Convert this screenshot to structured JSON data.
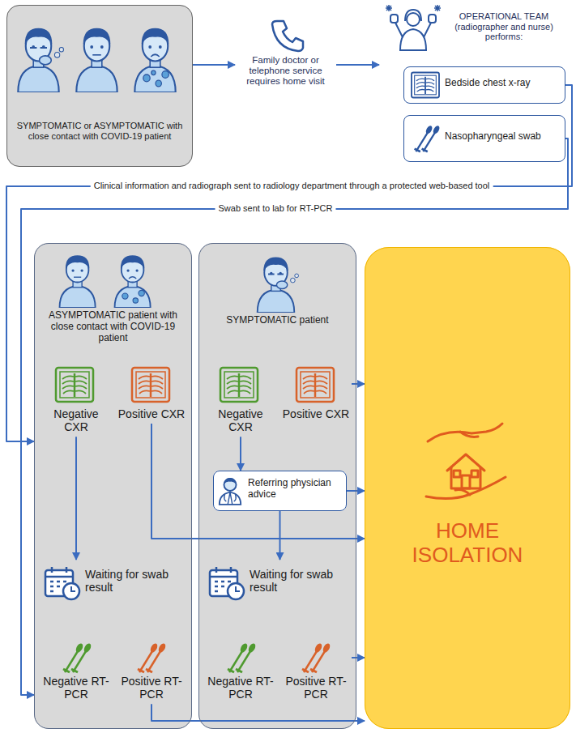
{
  "diagram": {
    "nodes": [
      {
        "text": [
          "SYMPTOMATIC or ASYMPTOMATIC with close contact with COVID-19 patient"
        ]
      },
      {
        "text": [
          "Family doctor or telephone service requires home visit"
        ]
      },
      {
        "text": [
          "OPERATIONAL TEAM (radiographer and nurse) performs:"
        ]
      },
      {
        "text": [
          "Bedside chest x-ray"
        ],
        "in": 2
      },
      {
        "text": [
          "Nasopharyngeal swab"
        ],
        "in": 2
      },
      {
        "text": [
          "ASYMPTOMATIC patient with close contact with COVID-19 patient"
        ]
      },
      {
        "text": [
          "Negative CXR"
        ],
        "in": 5
      },
      {
        "text": [
          "Positive CXR"
        ],
        "in": 5
      },
      {
        "text": [
          "Waiting for swab result"
        ],
        "in": 5
      },
      {
        "text": [
          "Negative RT-PCR"
        ],
        "in": 5
      },
      {
        "text": [
          "Positive RT-PCR"
        ],
        "in": 5
      },
      {
        "text": [
          "SYMPTOMATIC patient"
        ]
      },
      {
        "text": [
          "Negative CXR"
        ],
        "in": 11
      },
      {
        "text": [
          "Positive CXR"
        ],
        "in": 11
      },
      {
        "text": [
          "Referring physician advice"
        ],
        "in": 11
      },
      {
        "text": [
          "Waiting for swab result"
        ],
        "in": 11
      },
      {
        "text": [
          "Negative RT-PCR"
        ],
        "in": 11
      },
      {
        "text": [
          "Positive RT-PCR"
        ],
        "in": 11
      },
      {
        "text": [
          "HOME ISOLATION"
        ]
      }
    ],
    "edges": [
      {
        "from": 0,
        "to": 1,
        "arrow": "to"
      },
      {
        "from": 1,
        "to": 2,
        "arrow": "to"
      },
      {
        "from": 3,
        "to": 5,
        "arrow": "to",
        "label": "Clinical information and radiograph sent to radiology department through a protected web-based tool"
      },
      {
        "from": 4,
        "to": 5,
        "arrow": "to",
        "label": "Swab sent to lab for RT-PCR"
      },
      {
        "from": 6,
        "to": 8,
        "arrow": "to"
      },
      {
        "from": 7,
        "to": 18,
        "arrow": "to"
      },
      {
        "from": 13,
        "to": 18,
        "arrow": "to"
      },
      {
        "from": 12,
        "to": 14,
        "arrow": "to"
      },
      {
        "from": 14,
        "to": 18,
        "arrow": "to"
      },
      {
        "from": 14,
        "to": 15,
        "arrow": "to"
      },
      {
        "from": 10,
        "to": 18,
        "arrow": "to"
      },
      {
        "from": 17,
        "to": 18,
        "arrow": "to"
      }
    ]
  }
}
